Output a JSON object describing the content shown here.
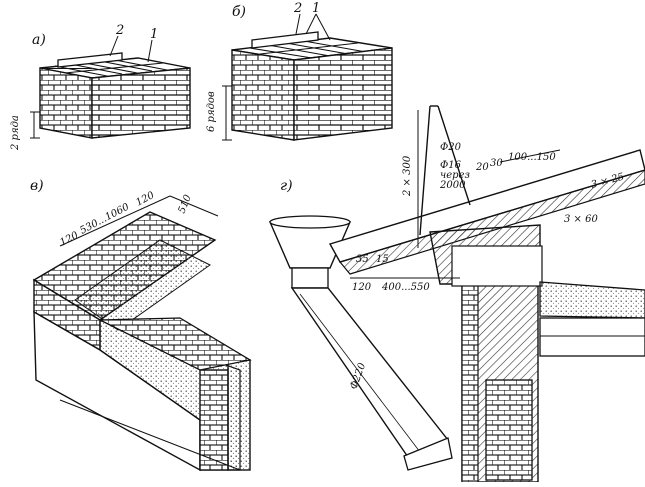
{
  "figure": {
    "panels": {
      "a": {
        "letter": "а)",
        "callouts": [
          "2",
          "1"
        ],
        "course_label": "2 ряда"
      },
      "b": {
        "letter": "б)",
        "callouts": [
          "2",
          "1"
        ],
        "course_label": "6 рядов"
      },
      "v": {
        "letter": "в)",
        "dims": [
          "120",
          "530...1060",
          "120",
          "510"
        ]
      },
      "g": {
        "letter": "г)",
        "dims": {
          "spacing": "2 × 300",
          "rod_main": "Ф20",
          "rod_secondary": "Ф16",
          "rod_note_1": "через",
          "rod_note_2": "2000",
          "gap_20": "20",
          "gap_30": "30",
          "overhang": "100...150",
          "board_1": "3 × 25",
          "board_2": "3 × 60",
          "h35": "35",
          "h15": "15",
          "w120": "120",
          "w400": "400...550",
          "pipe": "Ф220"
        }
      }
    },
    "colors": {
      "ink": "#111111",
      "paper": "#ffffff",
      "hatch": "#333333"
    }
  }
}
